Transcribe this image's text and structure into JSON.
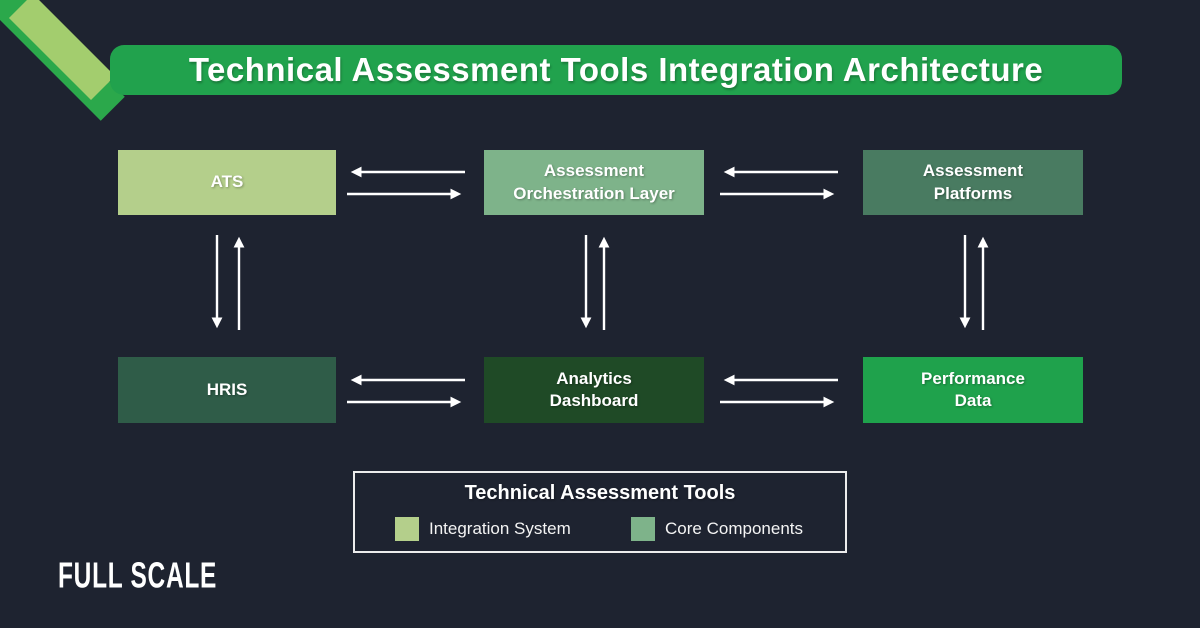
{
  "page": {
    "background": "#1E2330"
  },
  "decoration": {
    "dark_ribbon_color": "#2BA84B",
    "light_ribbon_color": "#A3CD6E"
  },
  "title": {
    "text": "Technical Assessment Tools Integration Architecture",
    "banner_color": "#21A24D",
    "text_color": "#FFFFFF"
  },
  "diagram": {
    "nodes": [
      {
        "id": "ats",
        "lines": [
          "ATS"
        ],
        "color": "#B4CF8B"
      },
      {
        "id": "assessment-orchestration-layer",
        "lines": [
          "Assessment",
          "Orchestration Layer"
        ],
        "color": "#7EB38A"
      },
      {
        "id": "assessment-platforms",
        "lines": [
          "Assessment",
          "Platforms"
        ],
        "color": "#497B61"
      },
      {
        "id": "hris",
        "lines": [
          "HRIS"
        ],
        "color": "#2F5C48"
      },
      {
        "id": "analytics-dashboard",
        "lines": [
          "Analytics",
          "Dashboard"
        ],
        "color": "#1F4A26"
      },
      {
        "id": "performance-data",
        "lines": [
          "Performance",
          "Data"
        ],
        "color": "#1FA24C"
      }
    ],
    "edges": [
      {
        "from": "ats",
        "to": "assessment-orchestration-layer",
        "bidirectional": true
      },
      {
        "from": "assessment-orchestration-layer",
        "to": "assessment-platforms",
        "bidirectional": true
      },
      {
        "from": "ats",
        "to": "hris",
        "bidirectional": true
      },
      {
        "from": "assessment-orchestration-layer",
        "to": "analytics-dashboard",
        "bidirectional": true
      },
      {
        "from": "assessment-platforms",
        "to": "performance-data",
        "bidirectional": true
      },
      {
        "from": "hris",
        "to": "analytics-dashboard",
        "bidirectional": true
      },
      {
        "from": "analytics-dashboard",
        "to": "performance-data",
        "bidirectional": true
      }
    ],
    "arrow_color": "#FFFFFF"
  },
  "legend": {
    "title": "Technical Assessment Tools",
    "items": [
      {
        "label": "Integration System",
        "color": "#B4CF8B"
      },
      {
        "label": "Core Components",
        "color": "#7EB38A"
      }
    ]
  },
  "footer": {
    "logo_text": "FULL SCALE"
  }
}
